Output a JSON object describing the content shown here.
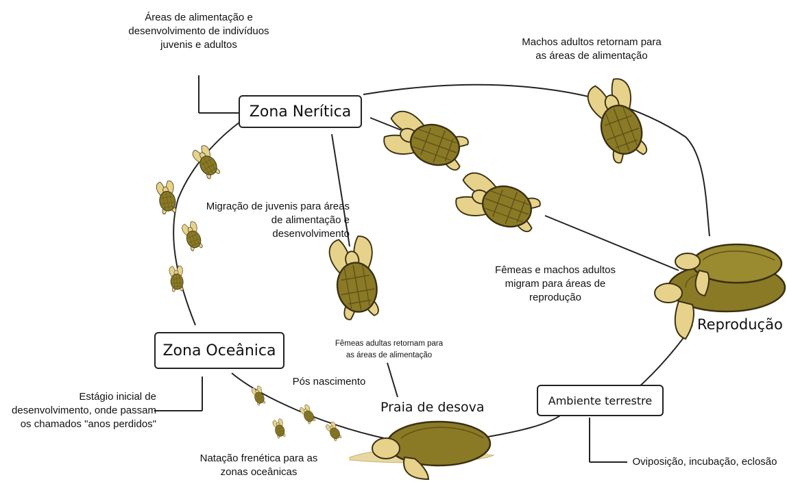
{
  "boxes": {
    "neritic": "Zona Nerítica",
    "oceanic": "Zona Oceânica",
    "terrestrial": "Ambiente terrestre"
  },
  "stage_labels": {
    "reproduction": "Reprodução",
    "nesting_beach": "Praia de desova"
  },
  "annotations": {
    "feeding_areas": "Áreas de alimentação e\ndesenvolvimento de indivíduos\njuvenis e adultos",
    "males_return": "Machos adultos retornam para\nas áreas de alimentação",
    "juvenile_migration": "Migração de juvenis para áreas\nde alimentação e\ndesenvolvimento",
    "adults_migrate": "Fêmeas e machos adultos\nmigram para áreas de\nreprodução",
    "females_return": "Fêmeas adultas retornam para\nas áreas de alimentação",
    "post_hatching": "Pós nascimento",
    "initial_stage": "Estágio inicial de\ndesenvolvimento, onde passam\nos chamados \"anos perdidos\"",
    "frenzy_swim": "Natação frenética para as\nzonas oceânicas",
    "oviposition": "Oviposição, incubação, eclosão"
  },
  "colors": {
    "shell": "#8a7a26",
    "shell_dark": "#5e5218",
    "skin": "#e6d28a",
    "skin_dark": "#3a2f12",
    "sand": "#e8d7a0"
  }
}
